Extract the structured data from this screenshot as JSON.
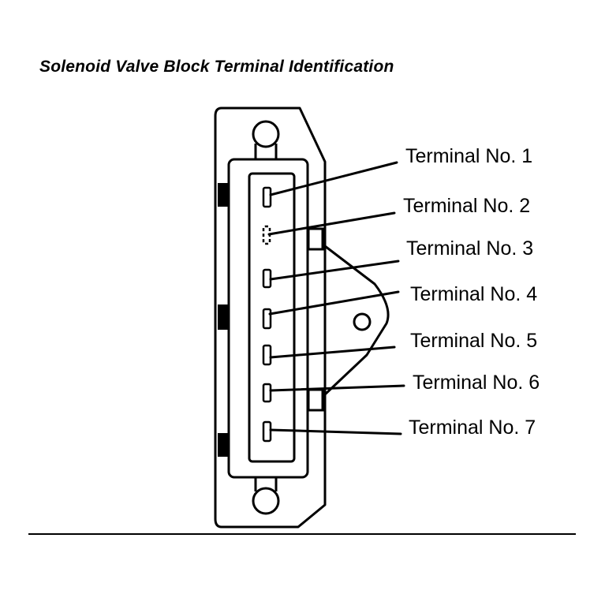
{
  "title": "Solenoid Valve Block Terminal Identification",
  "terminals": [
    {
      "label": "Terminal No. 1"
    },
    {
      "label": "Terminal No. 2"
    },
    {
      "label": "Terminal No. 3"
    },
    {
      "label": "Terminal No. 4"
    },
    {
      "label": "Terminal No. 5"
    },
    {
      "label": "Terminal No. 6"
    },
    {
      "label": "Terminal No. 7"
    }
  ]
}
